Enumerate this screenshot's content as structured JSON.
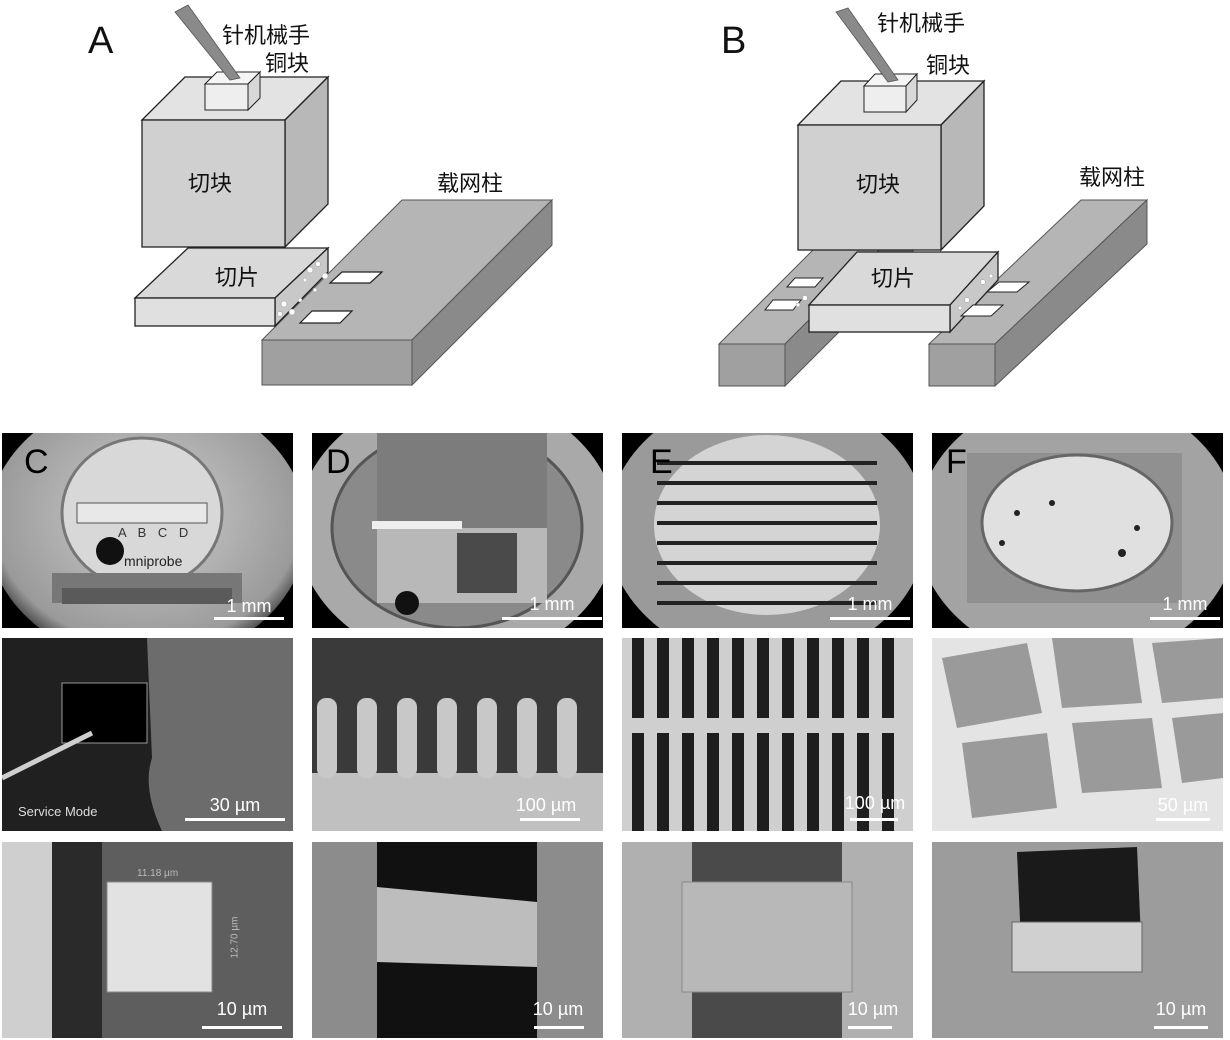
{
  "schematic": {
    "panel_a": {
      "letter": "A",
      "needle_label": "针机械手",
      "copper_label": "铜块",
      "block_label": "切块",
      "slice_label": "切片",
      "post_label": "载网柱"
    },
    "panel_b": {
      "letter": "B",
      "needle_label": "针机械手",
      "copper_label": "铜块",
      "block_label": "切块",
      "slice_label": "切片",
      "post_label": "载网柱"
    }
  },
  "micrographs": {
    "row1": [
      {
        "letter": "C",
        "scale": "1 mm"
      },
      {
        "letter": "D",
        "scale": "1 mm"
      },
      {
        "letter": "E",
        "scale": "1 mm"
      },
      {
        "letter": "F",
        "scale": "1 mm"
      }
    ],
    "row2": [
      {
        "scale": "30 µm",
        "overlay": "Service Mode"
      },
      {
        "scale": "100 µm"
      },
      {
        "scale": "100 µm"
      },
      {
        "scale": "50 µm"
      }
    ],
    "row3": [
      {
        "scale": "10 µm",
        "measure_w": "11.18 µm",
        "measure_h": "12.70 µm"
      },
      {
        "scale": "10 µm"
      },
      {
        "scale": "10 µm"
      },
      {
        "scale": "10 µm"
      }
    ],
    "row1_inner_text": {
      "letters": "A B C D",
      "brand": "mniprobe"
    }
  }
}
